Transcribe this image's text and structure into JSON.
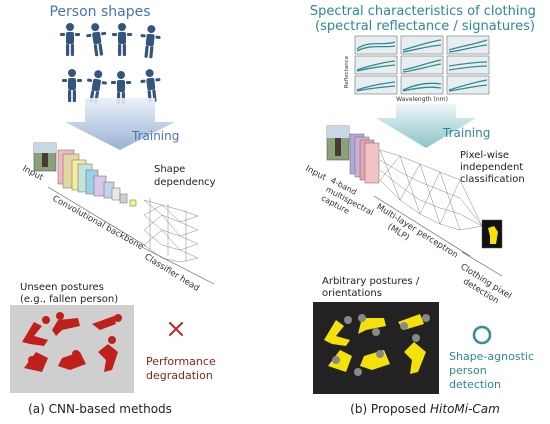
{
  "colors": {
    "blue_title": "#4a72b4",
    "teal_title": "#2a8a96",
    "person_blue": "#34557f",
    "clothing_red": "#c0201c",
    "clothing_yellow": "#f5e10a",
    "dark_red_text": "#8c1f16",
    "teal_circle": "#3d8d98",
    "gray_panel": "#cfcfcf",
    "dark_panel": "#222222"
  },
  "left": {
    "title": "Person shapes",
    "training": "Training",
    "input": "Input",
    "backbone": "Convolutional backbone",
    "shape_dependency": [
      "Shape",
      "dependency"
    ],
    "classifier_head": "Classifier head",
    "unseen": [
      "Unseen postures",
      "(e.g., fallen person)"
    ],
    "cross_icon": "cross-icon",
    "result": [
      "Performance",
      "degradation"
    ],
    "caption": "(a) CNN-based methods"
  },
  "right": {
    "title": [
      "Spectral characteristics of clothing",
      "(spectral reflectance / signatures)"
    ],
    "reflectance": "Reflectance",
    "wavelength": "Wavelength (nm)",
    "training": "Training",
    "input": "Input",
    "capture": [
      "4-band",
      "multispectral",
      "capture"
    ],
    "mlp": [
      "Multi-layer perceptron",
      "(MLP)"
    ],
    "pixelwise": [
      "Pixel-wise",
      "independent",
      "classification"
    ],
    "clothing": [
      "Clothing pixel",
      "detection"
    ],
    "arbitrary": [
      "Arbitrary postures /",
      "orientations"
    ],
    "circle_icon": "circle-icon",
    "result": [
      "Shape-agnostic",
      "person",
      "detection"
    ],
    "caption_prefix": "(b) Proposed ",
    "caption_name": "HitoMi-Cam"
  }
}
